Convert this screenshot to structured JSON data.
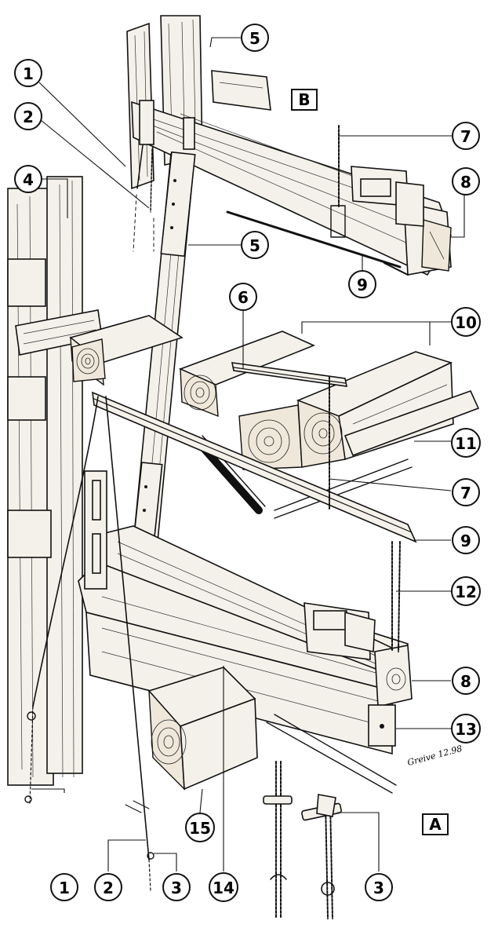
{
  "panels": {
    "a": "A",
    "b": "B"
  },
  "callouts": [
    {
      "id": "c1-top",
      "label": "1"
    },
    {
      "id": "c2-top",
      "label": "2"
    },
    {
      "id": "c4",
      "label": "4"
    },
    {
      "id": "c5-top",
      "label": "5"
    },
    {
      "id": "c5-mid",
      "label": "5"
    },
    {
      "id": "c6",
      "label": "6"
    },
    {
      "id": "c7-top",
      "label": "7"
    },
    {
      "id": "c7-mid",
      "label": "7"
    },
    {
      "id": "c8-top",
      "label": "8"
    },
    {
      "id": "c8-mid",
      "label": "8"
    },
    {
      "id": "c9-top",
      "label": "9"
    },
    {
      "id": "c9-mid",
      "label": "9"
    },
    {
      "id": "c10",
      "label": "10"
    },
    {
      "id": "c11",
      "label": "11"
    },
    {
      "id": "c12",
      "label": "12"
    },
    {
      "id": "c13",
      "label": "13"
    },
    {
      "id": "c14",
      "label": "14"
    },
    {
      "id": "c15",
      "label": "15"
    },
    {
      "id": "c1-bot",
      "label": "1"
    },
    {
      "id": "c2-bot",
      "label": "2"
    },
    {
      "id": "c3-bot",
      "label": "3"
    },
    {
      "id": "c3-right",
      "label": "3"
    }
  ],
  "signature": "Greive 12.98"
}
